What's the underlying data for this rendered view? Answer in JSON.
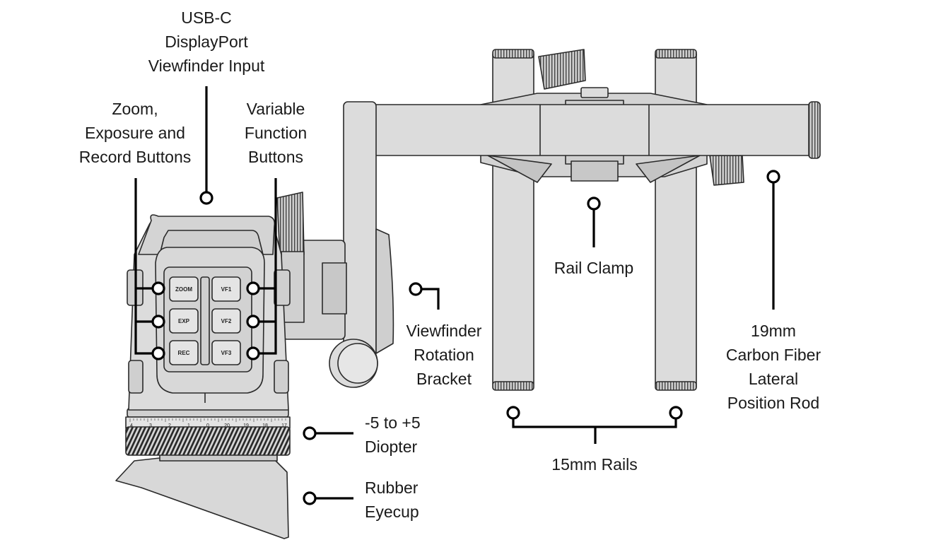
{
  "labels": {
    "usbc": "USB-C\nDisplayPort\nViewfinder Input",
    "zoom_exposure": "Zoom,\nExposure and\nRecord Buttons",
    "variable_function": "Variable\nFunction\nButtons",
    "rail_clamp": "Rail Clamp",
    "rotation_bracket": "Viewfinder\nRotation\nBracket",
    "carbon_rod": "19mm\nCarbon Fiber\nLateral\nPosition Rod",
    "diopter": "-5 to +5\nDiopter",
    "rails": "15mm Rails",
    "eyecup": "Rubber\nEyecup"
  },
  "buttons": {
    "zoom": "ZOOM",
    "exp": "EXP",
    "rec": "REC",
    "vf1": "VF1",
    "vf2": "VF2",
    "vf3": "VF3"
  },
  "diopter_scale": [
    "4",
    "3",
    "2",
    "1",
    "0",
    "20",
    "19",
    "18",
    "17"
  ],
  "colors": {
    "body_fill": "#dcdcdc",
    "dark_fill": "#bdbdbd",
    "outline": "#2a2a2a",
    "callout": "#000000"
  }
}
